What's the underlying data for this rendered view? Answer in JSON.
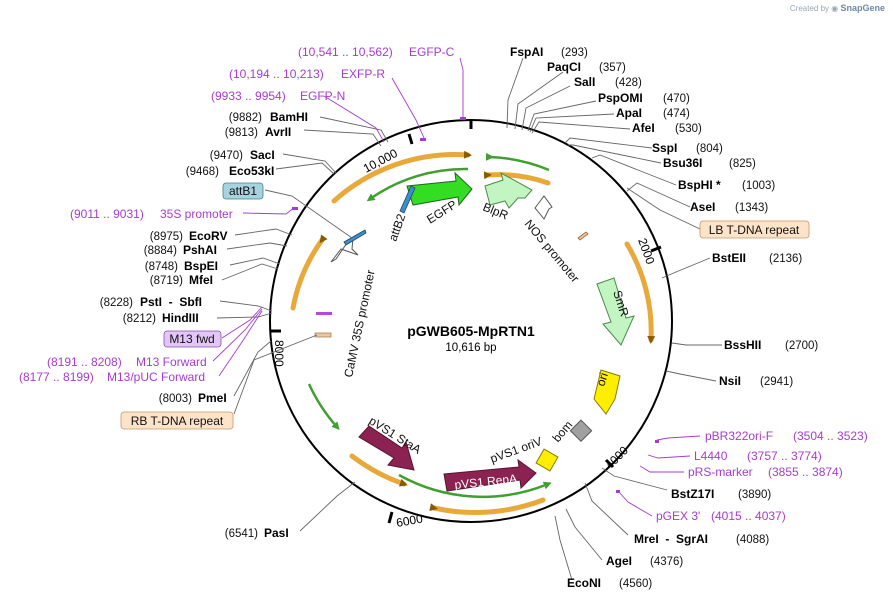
{
  "watermark": {
    "prefix": "Created by",
    "brand": "SnapGene"
  },
  "plasmid": {
    "name": "pGWB605-MpRTN1",
    "size_label": "10,616 bp"
  },
  "ticks": [
    "2000",
    "4000",
    "6000",
    "8000",
    "10,000"
  ],
  "sites": [
    {
      "name": "FspAI",
      "pos": "(293)"
    },
    {
      "name": "PaqCI",
      "pos": "(357)"
    },
    {
      "name": "SalI",
      "pos": "(428)"
    },
    {
      "name": "PspOMI",
      "pos": "(470)"
    },
    {
      "name": "ApaI",
      "pos": "(474)"
    },
    {
      "name": "AfeI",
      "pos": "(530)"
    },
    {
      "name": "SspI",
      "pos": "(804)"
    },
    {
      "name": "Bsu36I",
      "pos": "(825)"
    },
    {
      "name": "BspHI *",
      "pos": "(1003)"
    },
    {
      "name": "AseI",
      "pos": "(1343)"
    },
    {
      "name": "BstEII",
      "pos": "(2136)"
    },
    {
      "name": "BssHII",
      "pos": "(2700)"
    },
    {
      "name": "NsiI",
      "pos": "(2941)"
    },
    {
      "name": "BstZ17I",
      "pos": "(3890)"
    },
    {
      "name": "MreI  -  SgrAI",
      "pos": "(4088)"
    },
    {
      "name": "AgeI",
      "pos": "(4376)"
    },
    {
      "name": "EcoNI",
      "pos": "(4560)"
    },
    {
      "name": "PasI",
      "pos": "(6541)"
    },
    {
      "name": "PmeI",
      "pos": "(8003)"
    },
    {
      "name": "HindIII",
      "pos": "(8212)"
    },
    {
      "name": "PstI  -  SbfI",
      "pos": "(8228)"
    },
    {
      "name": "MfeI",
      "pos": "(8719)"
    },
    {
      "name": "BspEI",
      "pos": "(8748)"
    },
    {
      "name": "PshAI",
      "pos": "(8884)"
    },
    {
      "name": "EcoRV",
      "pos": "(8975)"
    },
    {
      "name": "Eco53kI",
      "pos": "(9468)"
    },
    {
      "name": "SacI",
      "pos": "(9470)"
    },
    {
      "name": "AvrII",
      "pos": "(9813)"
    },
    {
      "name": "BamHI",
      "pos": "(9882)"
    }
  ],
  "primers": [
    {
      "range": "(10,541 .. 10,562)",
      "name": "EGFP-C"
    },
    {
      "range": "(10,194 .. 10,213)",
      "name": "EXFP-R"
    },
    {
      "range": "(9933 .. 9954)",
      "name": "EGFP-N"
    },
    {
      "range": "(9011 .. 9031)",
      "name": "35S promoter"
    },
    {
      "range": "(8191 .. 8208)",
      "name": "M13 Forward"
    },
    {
      "range": "(8177 .. 8199)",
      "name": "M13/pUC Forward"
    },
    {
      "range": "(3504 .. 3523)",
      "name": "pBR322ori-F"
    },
    {
      "range": "(3757 .. 3774)",
      "name": "L4440"
    },
    {
      "range": "(3855 .. 3874)",
      "name": "pRS-marker"
    },
    {
      "range": "(4015 .. 4037)",
      "name": "pGEX 3'"
    }
  ],
  "boxes": {
    "attB1": "attB1",
    "m13fwd": "M13 fwd",
    "lb": "LB T-DNA repeat",
    "rb": "RB T-DNA repeat"
  },
  "features": {
    "attB2": "attB2",
    "egfp": "EGFP",
    "blpr": "BlpR",
    "nos": "NOS promoter",
    "smr": "SmR",
    "ori": "ori",
    "bom": "bom",
    "pvs1_oriv": "pVS1 oriV",
    "pvs1_repa": "pVS1 RepA",
    "pvs1_staa": "pVS1 StaA",
    "camv": "CaMV 35S promoter"
  },
  "colors": {
    "egfp": "#33dd22",
    "blpr": "#c2f5c2",
    "smr": "#c2f5c2",
    "ori": "#ffee00",
    "pvs1": "#8b2252",
    "bom": "#a0a0a0",
    "attB": "#3a8fd0",
    "orf_arrow": "#e8a93a",
    "primer": "#a53ccf",
    "lt_dna_box": "#fde3c8",
    "attB1_box": "#a7d3e0",
    "m13_box": "#e2c6f5"
  }
}
